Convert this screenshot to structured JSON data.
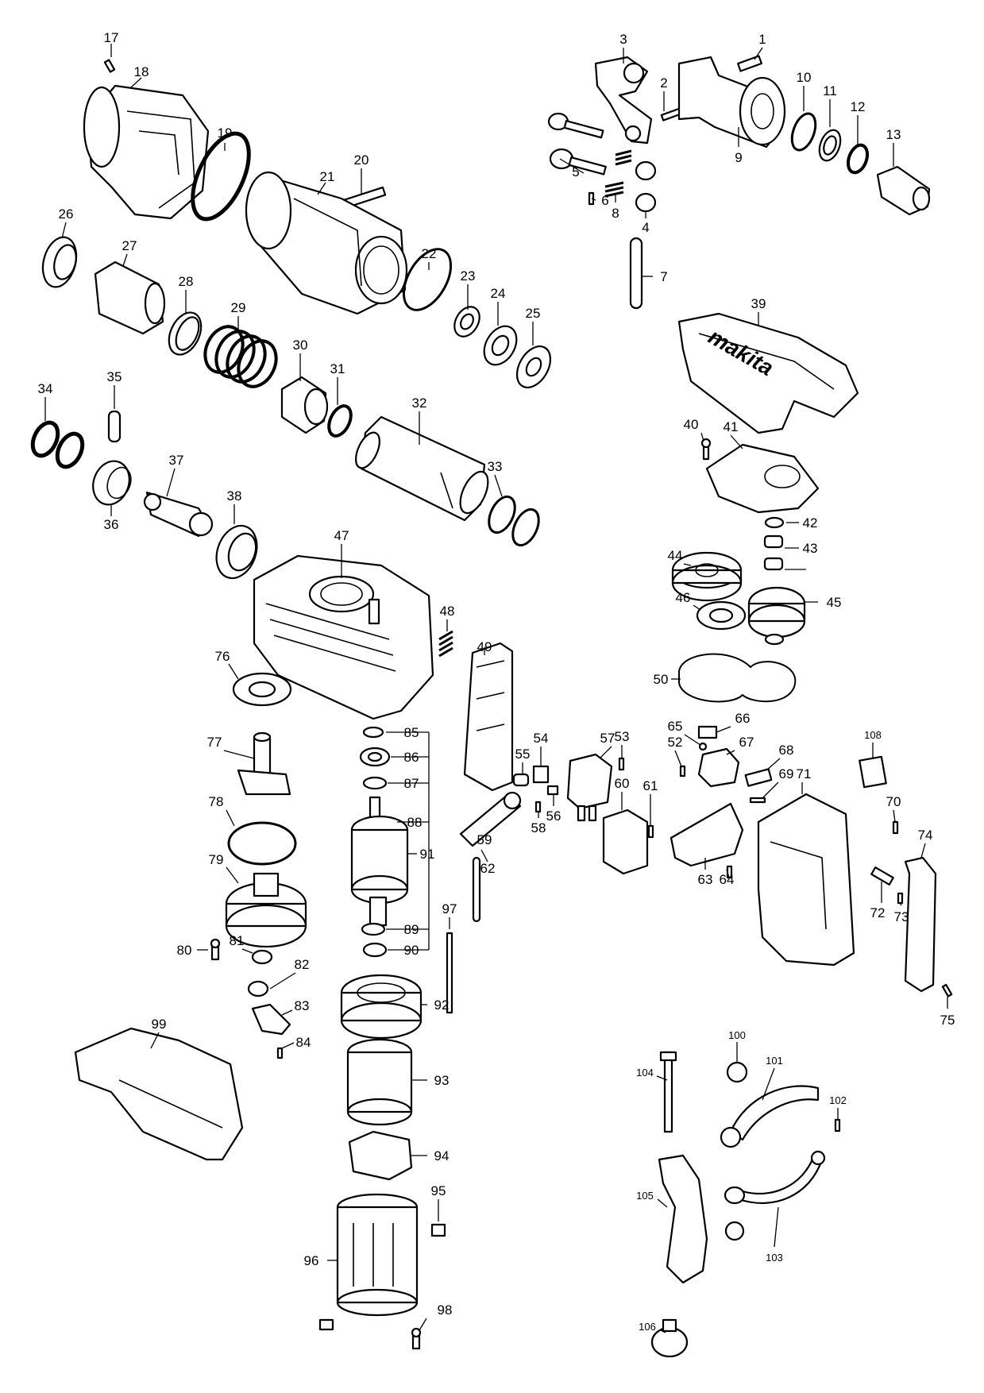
{
  "brand_text": "makita",
  "callouts": {
    "c1": "1",
    "c2": "2",
    "c3": "3",
    "c4": "4",
    "c5": "5",
    "c6": "6",
    "c7": "7",
    "c8": "8",
    "c9": "9",
    "c10": "10",
    "c11": "11",
    "c12": "12",
    "c13": "13",
    "c17": "17",
    "c18": "18",
    "c19": "19",
    "c20": "20",
    "c21": "21",
    "c22": "22",
    "c23": "23",
    "c24": "24",
    "c25": "25",
    "c26": "26",
    "c27": "27",
    "c28": "28",
    "c29": "29",
    "c30": "30",
    "c31": "31",
    "c32": "32",
    "c33": "33",
    "c34": "34",
    "c35": "35",
    "c36": "36",
    "c37": "37",
    "c38": "38",
    "c39": "39",
    "c40": "40",
    "c41": "41",
    "c42": "42",
    "c43": "43",
    "c44": "44",
    "c45": "45",
    "c46": "46",
    "c47": "47",
    "c48": "48",
    "c49": "49",
    "c50": "50",
    "c52": "52",
    "c53": "53",
    "c54": "54",
    "c55": "55",
    "c56": "56",
    "c57": "57",
    "c58": "58",
    "c59": "59",
    "c60": "60",
    "c61": "61",
    "c62": "62",
    "c63": "63",
    "c64": "64",
    "c65": "65",
    "c66": "66",
    "c67": "67",
    "c68": "68",
    "c69": "69",
    "c70": "70",
    "c71": "71",
    "c72": "72",
    "c73": "73",
    "c74": "74",
    "c75": "75",
    "c76": "76",
    "c77": "77",
    "c78": "78",
    "c79": "79",
    "c80": "80",
    "c81": "81",
    "c82": "82",
    "c83": "83",
    "c84": "84",
    "c85": "85",
    "c86": "86",
    "c87": "87",
    "c88": "88",
    "c89": "89",
    "c90": "90",
    "c91": "91",
    "c92": "92",
    "c93": "93",
    "c94": "94",
    "c95": "95",
    "c96": "96",
    "c97": "97",
    "c98": "98",
    "c99": "99",
    "c100": "100",
    "c101": "101",
    "c102": "102",
    "c103": "103",
    "c104": "104",
    "c105": "105",
    "c106": "106",
    "c108": "108"
  }
}
